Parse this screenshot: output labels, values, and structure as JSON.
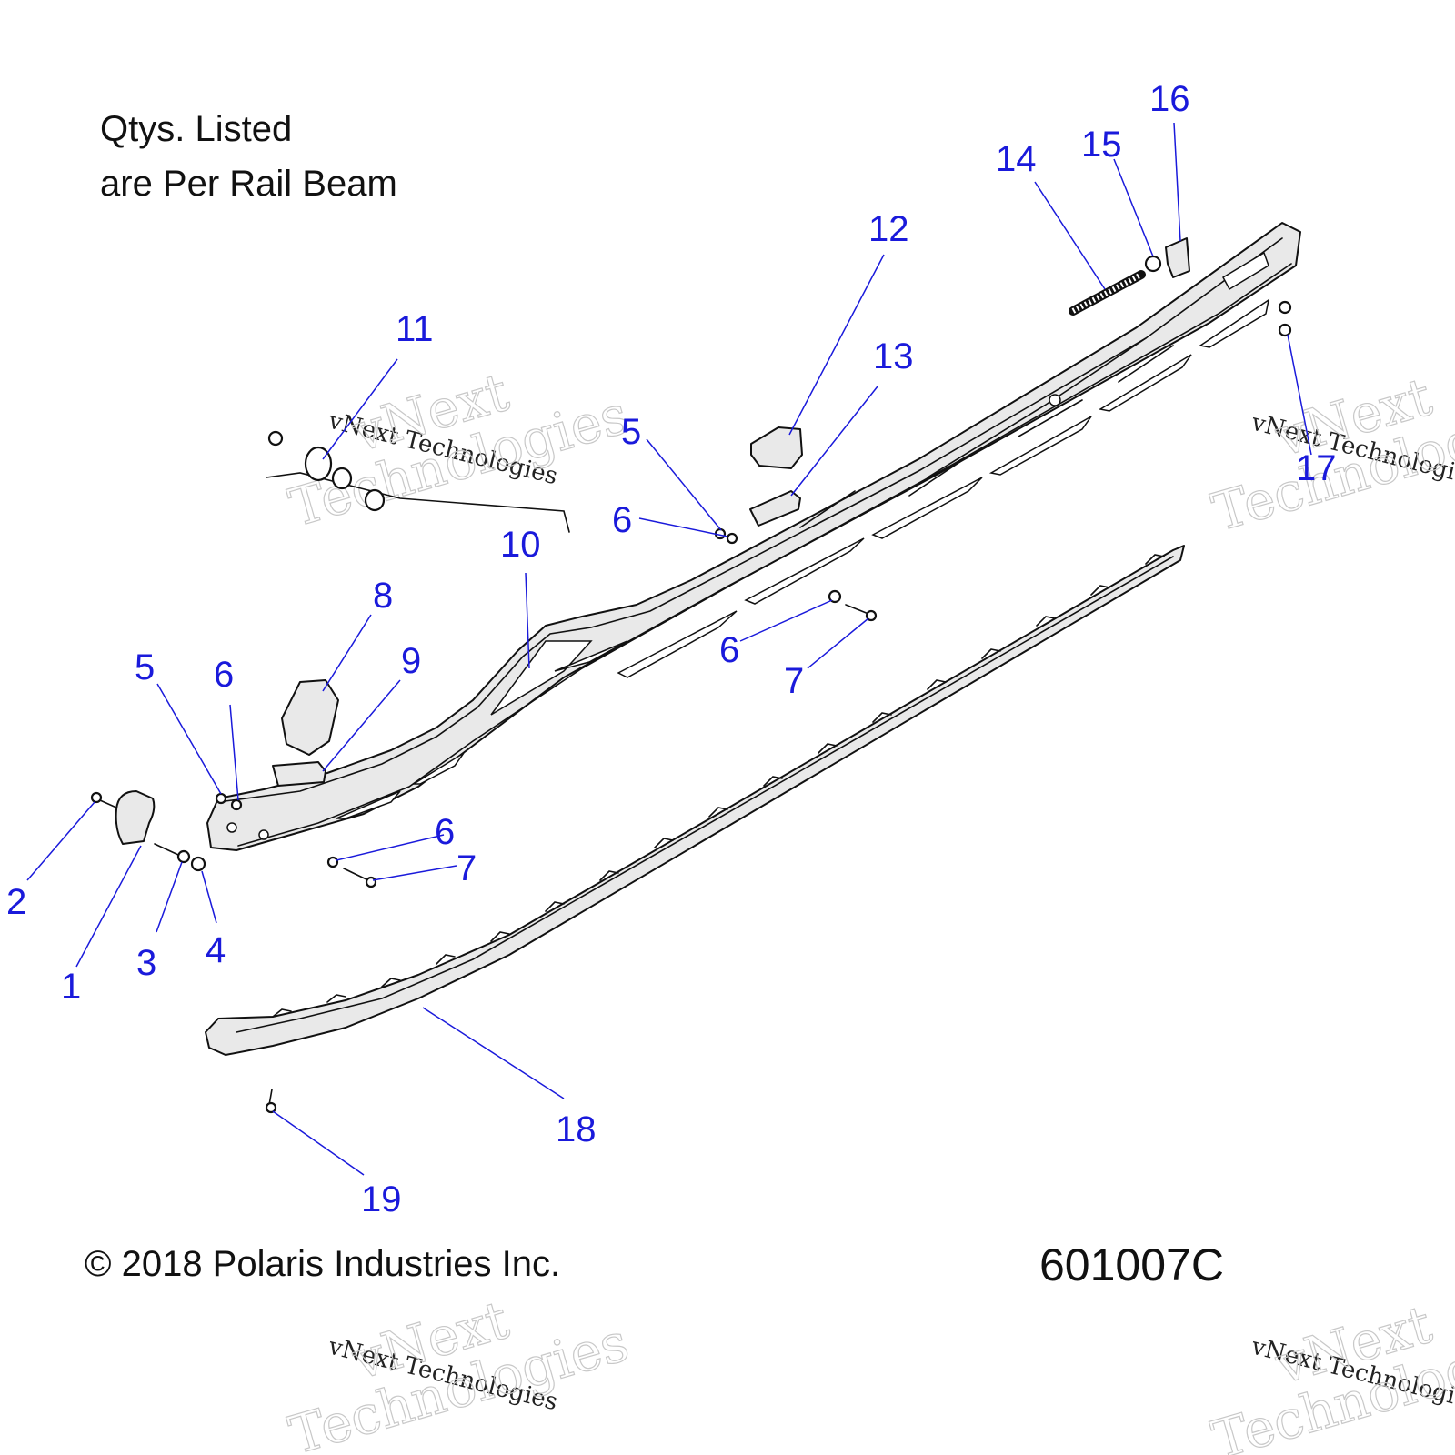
{
  "notes": {
    "qty_line1": "Qtys. Listed",
    "qty_line2": "are Per Rail Beam",
    "copyright": "© 2018 Polaris Industries Inc.",
    "drawing_number": "601007C"
  },
  "watermark": {
    "small": "vNext Technologies",
    "large_1": "vNext",
    "large_2": "Technologies"
  },
  "callouts": {
    "c1": "1",
    "c2": "2",
    "c3": "3",
    "c4": "4",
    "c5a": "5",
    "c5b": "5",
    "c6a": "6",
    "c6b": "6",
    "c6c": "6",
    "c6d": "6",
    "c7a": "7",
    "c7b": "7",
    "c8": "8",
    "c9": "9",
    "c10": "10",
    "c11": "11",
    "c12": "12",
    "c13": "13",
    "c14": "14",
    "c15": "15",
    "c16": "16",
    "c17": "17",
    "c18": "18",
    "c19": "19"
  },
  "colors": {
    "callout": "#1a1adb",
    "linework": "#111111",
    "watermark": "#c8c8c8"
  }
}
